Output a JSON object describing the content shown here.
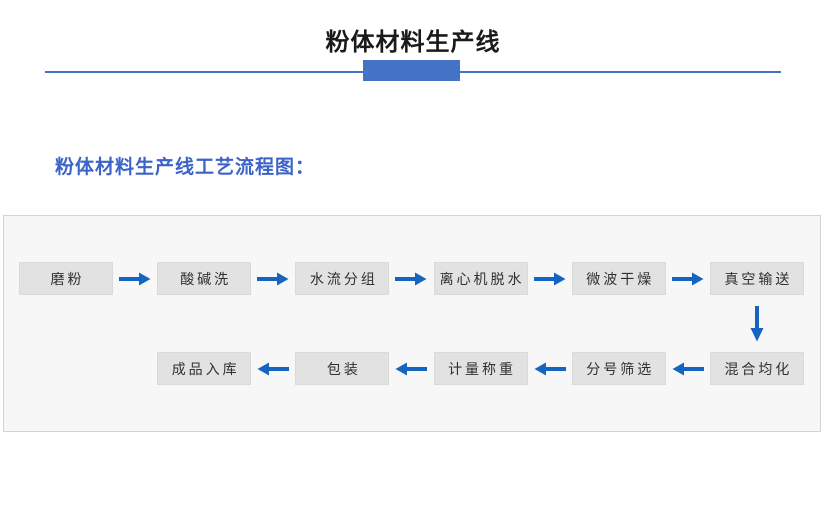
{
  "colors": {
    "page_bg": "#FFFFFF",
    "title_text": "#1A1A1A",
    "accent": "#4472C4",
    "heading": "#3B63C8",
    "arrow": "#1565C0",
    "panel_bg": "#F7F7F7",
    "panel_border": "#D4D4D4",
    "box_bg": "#E2E2E2",
    "box_border": "#DADADA",
    "box_text": "#303030"
  },
  "header": {
    "title": "粉体材料生产线"
  },
  "section": {
    "heading": "粉体材料生产线工艺流程图："
  },
  "flowchart": {
    "row1": [
      {
        "label": "磨粉"
      },
      {
        "label": "酸碱洗"
      },
      {
        "label": "水流分组"
      },
      {
        "label": "离心机脱水"
      },
      {
        "label": "微波干燥"
      },
      {
        "label": "真空输送"
      }
    ],
    "row2": [
      {
        "label": "成品入库"
      },
      {
        "label": "包装"
      },
      {
        "label": "计量称重"
      },
      {
        "label": "分号筛选"
      },
      {
        "label": "混合均化"
      }
    ],
    "arrow_icons": {
      "right": "arrow-right",
      "left": "arrow-left",
      "down": "arrow-down"
    }
  }
}
